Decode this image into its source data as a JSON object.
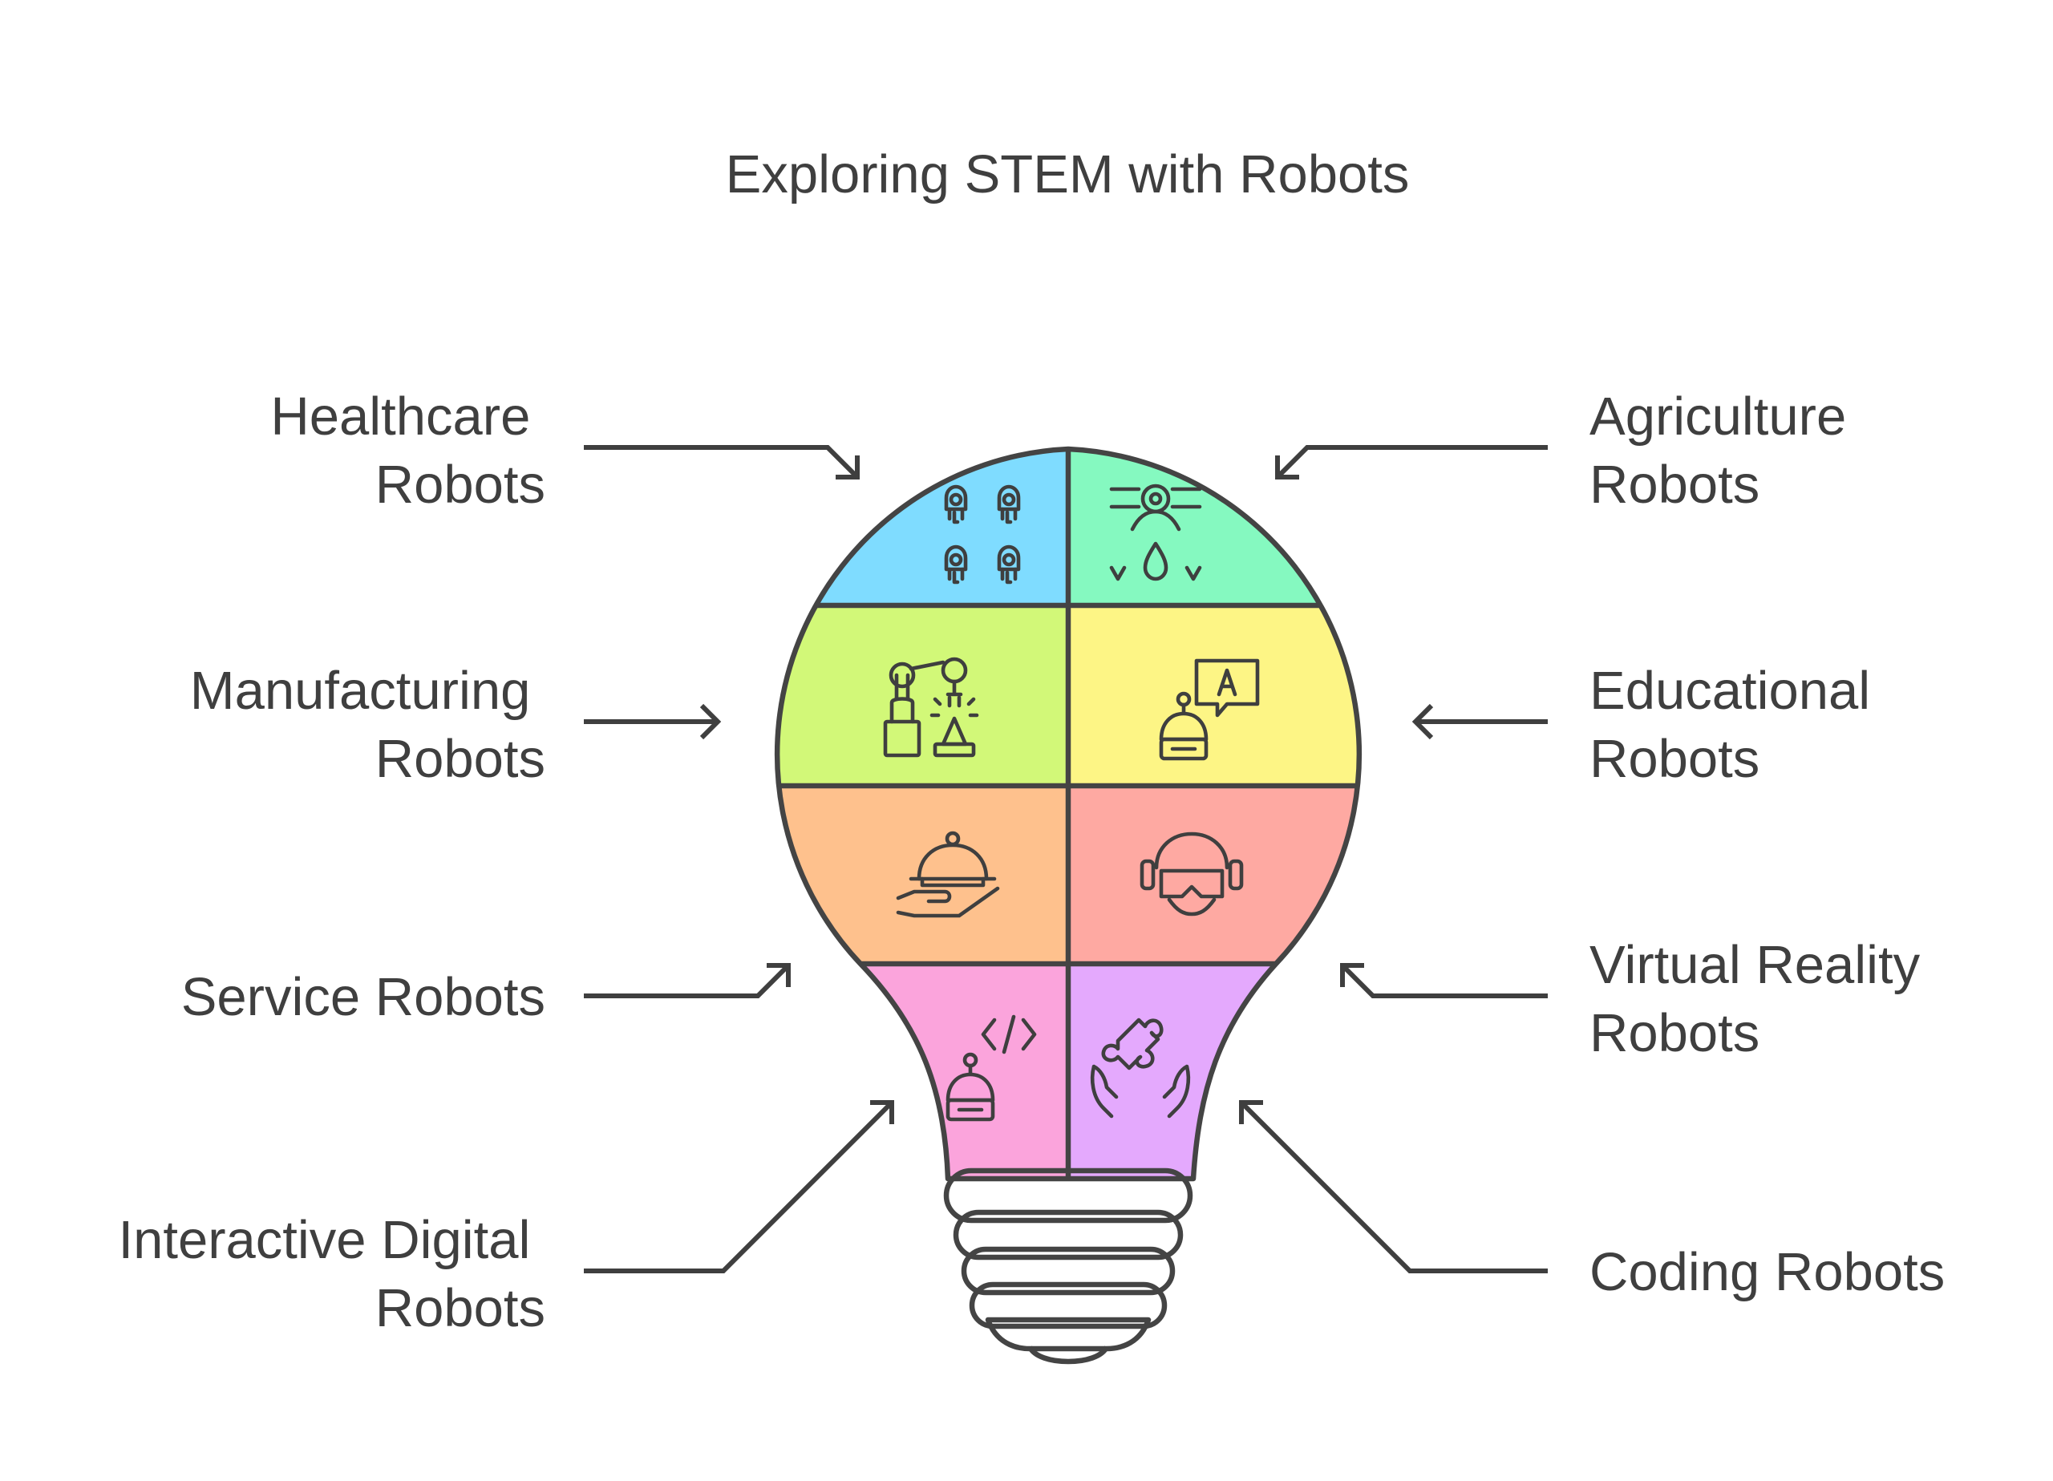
{
  "title": "Exploring STEM with Robots",
  "labels": {
    "healthcare": [
      "Healthcare",
      "Robots"
    ],
    "agriculture": [
      "Agriculture",
      "Robots"
    ],
    "manufacturing": [
      "Manufacturing",
      "Robots"
    ],
    "educational": [
      "Educational",
      "Robots"
    ],
    "service": [
      "Service Robots"
    ],
    "virtual_reality": [
      "Virtual Reality",
      "Robots"
    ],
    "interactive_digital": [
      "Interactive Digital",
      "Robots"
    ],
    "coding": [
      "Coding Robots"
    ]
  },
  "icons": {
    "healthcare": "medical-robots-icon",
    "agriculture": "drone-watering-icon",
    "manufacturing": "robotic-arm-icon",
    "educational": "robot-speech-bubble-icon",
    "service": "serving-cloche-icon",
    "virtual_reality": "vr-headset-icon",
    "interactive_digital": "robot-code-icon",
    "coding": "puzzle-hands-icon"
  },
  "colors": {
    "healthcare": "#7fdcff",
    "agriculture": "#85f9c0",
    "manufacturing": "#d2f878",
    "educational": "#fdf585",
    "service": "#fec18d",
    "virtual_reality": "#fea9a2",
    "interactive_digital": "#fba4dc",
    "coding": "#e4a9fd",
    "base": "#d9d9d9",
    "outline": "#444444",
    "text": "#3f3f3f"
  }
}
